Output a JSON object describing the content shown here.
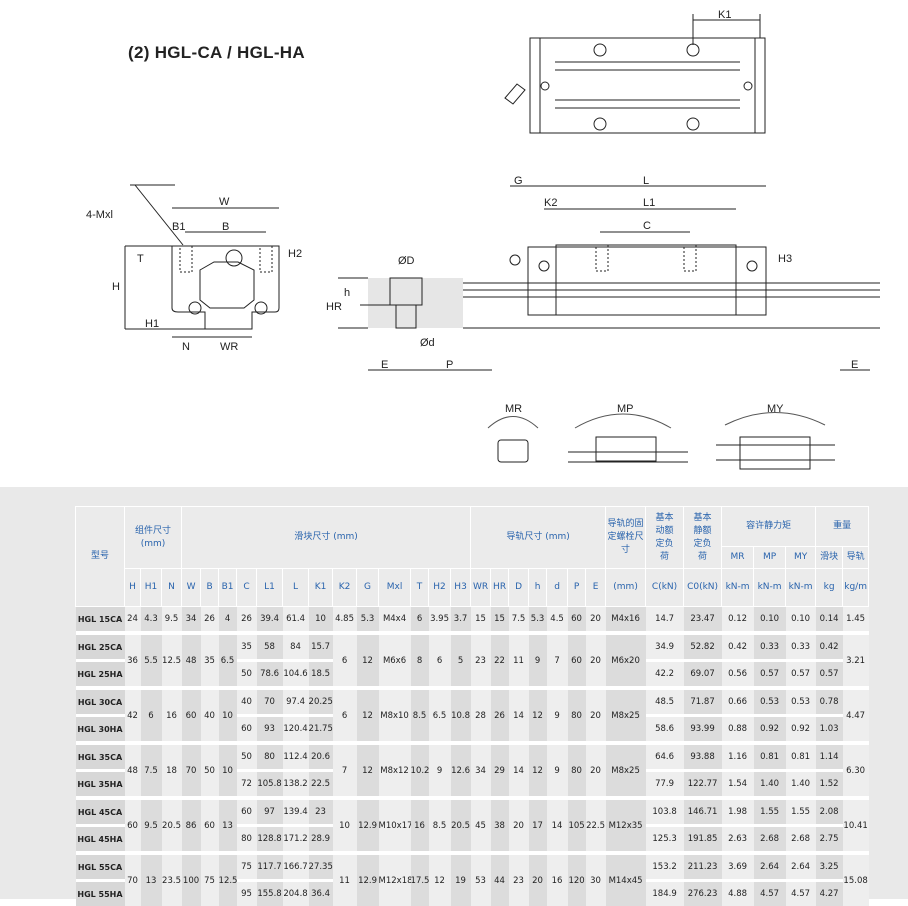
{
  "title": "(2) HGL-CA / HGL-HA",
  "drawing_labels": {
    "top_view": {
      "k1": "K1"
    },
    "front_view": {
      "w": "W",
      "b": "B",
      "b1": "B1",
      "mxl": "4-Mxl",
      "t": "T",
      "h": "H",
      "h1": "H1",
      "h2": "H2",
      "n": "N",
      "wr": "WR"
    },
    "rail_section": {
      "od": "ØD",
      "h": "h",
      "hr": "HR",
      "d": "Ød",
      "e": "E",
      "p": "P"
    },
    "side_view": {
      "g": "G",
      "l": "L",
      "k2": "K2",
      "l1": "L1",
      "c": "C",
      "h3": "H3",
      "e": "E"
    },
    "moments": {
      "mr": "MR",
      "mp": "MP",
      "my": "MY"
    }
  },
  "table": {
    "head": {
      "model": "型号",
      "assembly": "组件尺寸\n(mm)",
      "block": "滑块尺寸 (mm)",
      "rail": "导轨尺寸 (mm)",
      "bolt": "导轨的固定螺栓尺寸",
      "dyn": "基本动额定负荷",
      "stat": "基本静额定负荷",
      "moment": "容许静力矩",
      "weight": "重量",
      "mr": "MR",
      "mp": "MP",
      "my": "MY",
      "block_w": "滑块",
      "rail_w": "导轨",
      "cols": [
        "H",
        "H1",
        "N",
        "W",
        "B",
        "B1",
        "C",
        "L1",
        "L",
        "K1",
        "K2",
        "G",
        "Mxl",
        "T",
        "H2",
        "H3",
        "WR",
        "HR",
        "D",
        "h",
        "d",
        "P",
        "E",
        "(mm)",
        "C(kN)",
        "C0(kN)",
        "kN-m",
        "kN-m",
        "kN-m",
        "kg",
        "kg/m"
      ]
    },
    "groups": [
      {
        "shared_a": [
          "24",
          "4.3",
          "9.5",
          "34",
          "26",
          "4"
        ],
        "shared_b": [
          "4.85",
          "5.3",
          "M4x4",
          "6",
          "3.95",
          "3.7",
          "15",
          "15",
          "7.5",
          "5.3",
          "4.5",
          "60",
          "20",
          "M4x16"
        ],
        "rail_kgm": "1.45",
        "variants": [
          {
            "model": "HGL 15CA",
            "c": [
              "26",
              "39.4",
              "61.4",
              "10"
            ],
            "load": [
              "14.7",
              "23.47",
              "0.12",
              "0.10",
              "0.10",
              "0.14"
            ]
          }
        ]
      },
      {
        "shared_a": [
          "36",
          "5.5",
          "12.5",
          "48",
          "35",
          "6.5"
        ],
        "shared_b": [
          "6",
          "12",
          "M6x6",
          "8",
          "6",
          "5",
          "23",
          "22",
          "11",
          "9",
          "7",
          "60",
          "20",
          "M6x20"
        ],
        "rail_kgm": "3.21",
        "variants": [
          {
            "model": "HGL 25CA",
            "c": [
              "35",
              "58",
              "84",
              "15.7"
            ],
            "load": [
              "34.9",
              "52.82",
              "0.42",
              "0.33",
              "0.33",
              "0.42"
            ]
          },
          {
            "model": "HGL 25HA",
            "c": [
              "50",
              "78.6",
              "104.6",
              "18.5"
            ],
            "load": [
              "42.2",
              "69.07",
              "0.56",
              "0.57",
              "0.57",
              "0.57"
            ]
          }
        ]
      },
      {
        "shared_a": [
          "42",
          "6",
          "16",
          "60",
          "40",
          "10"
        ],
        "shared_b": [
          "6",
          "12",
          "M8x10",
          "8.5",
          "6.5",
          "10.8",
          "28",
          "26",
          "14",
          "12",
          "9",
          "80",
          "20",
          "M8x25"
        ],
        "rail_kgm": "4.47",
        "variants": [
          {
            "model": "HGL 30CA",
            "c": [
              "40",
              "70",
              "97.4",
              "20.25"
            ],
            "load": [
              "48.5",
              "71.87",
              "0.66",
              "0.53",
              "0.53",
              "0.78"
            ]
          },
          {
            "model": "HGL 30HA",
            "c": [
              "60",
              "93",
              "120.4",
              "21.75"
            ],
            "load": [
              "58.6",
              "93.99",
              "0.88",
              "0.92",
              "0.92",
              "1.03"
            ]
          }
        ]
      },
      {
        "shared_a": [
          "48",
          "7.5",
          "18",
          "70",
          "50",
          "10"
        ],
        "shared_b": [
          "7",
          "12",
          "M8x12",
          "10.2",
          "9",
          "12.6",
          "34",
          "29",
          "14",
          "12",
          "9",
          "80",
          "20",
          "M8x25"
        ],
        "rail_kgm": "6.30",
        "variants": [
          {
            "model": "HGL 35CA",
            "c": [
              "50",
              "80",
              "112.4",
              "20.6"
            ],
            "load": [
              "64.6",
              "93.88",
              "1.16",
              "0.81",
              "0.81",
              "1.14"
            ]
          },
          {
            "model": "HGL 35HA",
            "c": [
              "72",
              "105.8",
              "138.2",
              "22.5"
            ],
            "load": [
              "77.9",
              "122.77",
              "1.54",
              "1.40",
              "1.40",
              "1.52"
            ]
          }
        ]
      },
      {
        "shared_a": [
          "60",
          "9.5",
          "20.5",
          "86",
          "60",
          "13"
        ],
        "shared_b": [
          "10",
          "12.9",
          "M10x17",
          "16",
          "8.5",
          "20.5",
          "45",
          "38",
          "20",
          "17",
          "14",
          "105",
          "22.5",
          "M12x35"
        ],
        "rail_kgm": "10.41",
        "variants": [
          {
            "model": "HGL 45CA",
            "c": [
              "60",
              "97",
              "139.4",
              "23"
            ],
            "load": [
              "103.8",
              "146.71",
              "1.98",
              "1.55",
              "1.55",
              "2.08"
            ]
          },
          {
            "model": "HGL 45HA",
            "c": [
              "80",
              "128.8",
              "171.2",
              "28.9"
            ],
            "load": [
              "125.3",
              "191.85",
              "2.63",
              "2.68",
              "2.68",
              "2.75"
            ]
          }
        ]
      },
      {
        "shared_a": [
          "70",
          "13",
          "23.5",
          "100",
          "75",
          "12.5"
        ],
        "shared_b": [
          "11",
          "12.9",
          "M12x18",
          "17.5",
          "12",
          "19",
          "53",
          "44",
          "23",
          "20",
          "16",
          "120",
          "30",
          "M14x45"
        ],
        "rail_kgm": "15.08",
        "variants": [
          {
            "model": "HGL 55CA",
            "c": [
              "75",
              "117.7",
              "166.7",
              "27.35"
            ],
            "load": [
              "153.2",
              "211.23",
              "3.69",
              "2.64",
              "2.64",
              "3.25"
            ]
          },
          {
            "model": "HGL 55HA",
            "c": [
              "95",
              "155.8",
              "204.8",
              "36.4"
            ],
            "load": [
              "184.9",
              "276.23",
              "4.88",
              "4.57",
              "4.57",
              "4.27"
            ]
          }
        ]
      }
    ]
  }
}
